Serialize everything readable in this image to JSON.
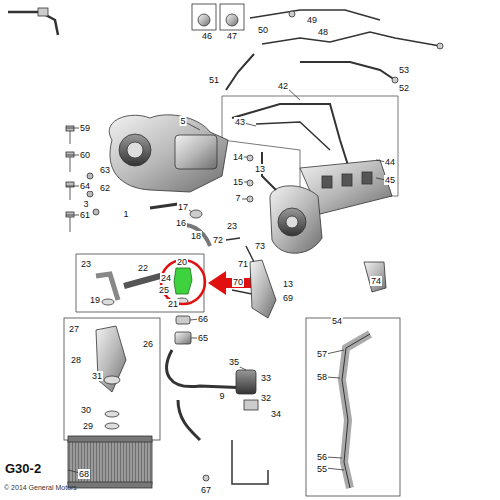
{
  "diagram": {
    "labels": [
      "46",
      "47",
      "49",
      "50",
      "48",
      "51",
      "53",
      "52",
      "42",
      "5",
      "59",
      "43",
      "60",
      "14",
      "13",
      "63",
      "44",
      "45",
      "64",
      "62",
      "15",
      "61",
      "3",
      "1",
      "17",
      "7",
      "16",
      "18",
      "23",
      "72",
      "73",
      "71",
      "23",
      "22",
      "20",
      "24",
      "25",
      "19",
      "21",
      "70",
      "13",
      "69",
      "74",
      "66",
      "65",
      "27",
      "54",
      "26",
      "28",
      "57",
      "35",
      "33",
      "31",
      "58",
      "9",
      "32",
      "30",
      "29",
      "34",
      "56",
      "55",
      "68",
      "67",
      "G30-2",
      "© 2014 General Motors"
    ]
  }
}
